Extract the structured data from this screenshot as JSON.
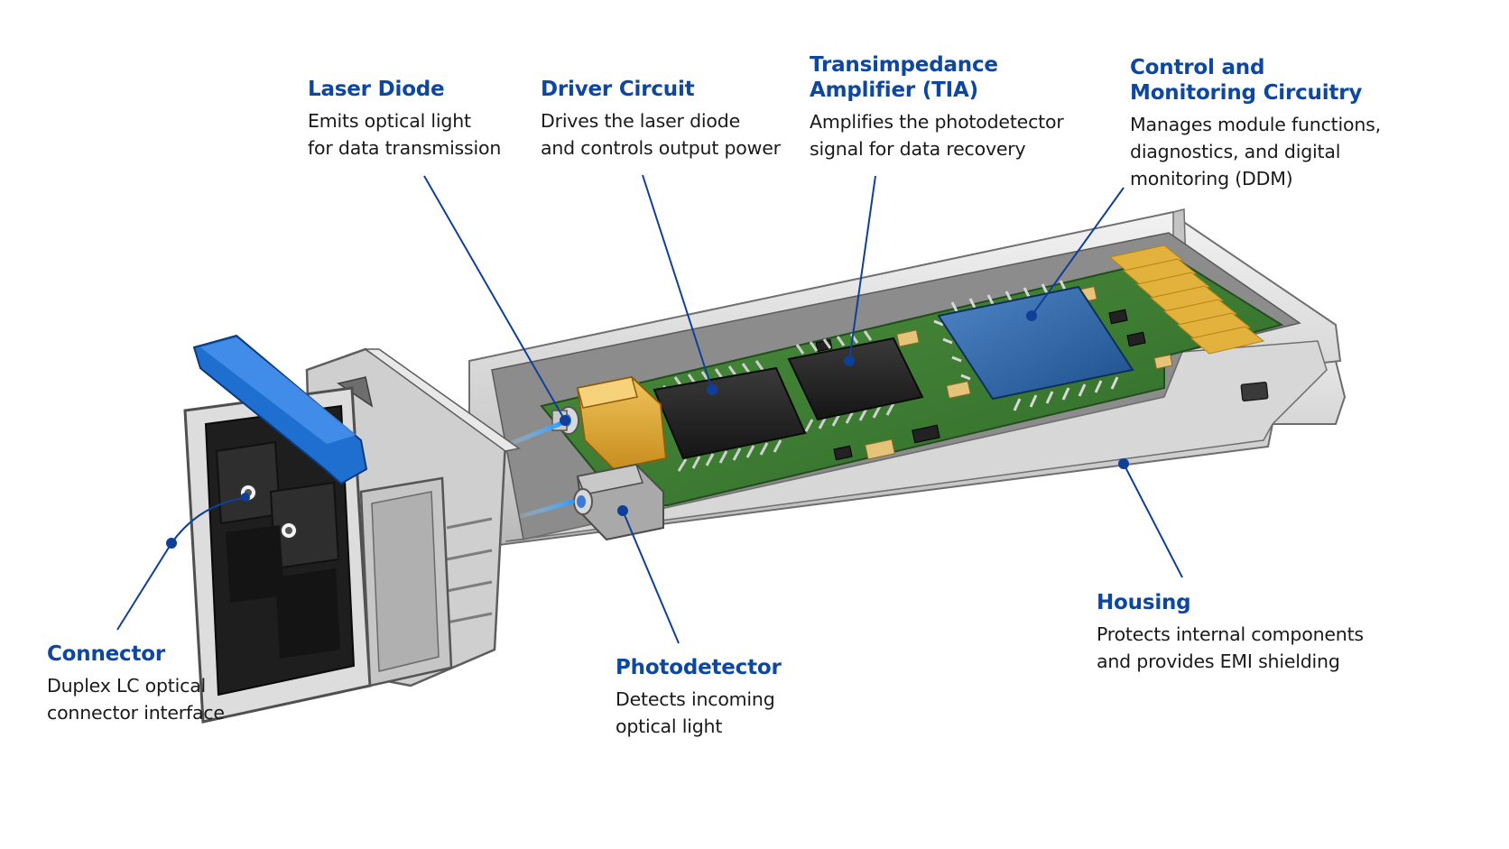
{
  "colors": {
    "accent": "#0d47a1",
    "leader": "#103f9a",
    "pcb": "#3f7d34",
    "housing": "#dcdcdc",
    "latch": "#1f6fd0"
  },
  "labels": {
    "laser_diode": {
      "title": "Laser Diode",
      "desc": [
        "Emits optical light",
        "for data transmission"
      ]
    },
    "driver": {
      "title": "Driver Circuit",
      "desc": [
        "Drives the laser diode",
        "and controls output power"
      ]
    },
    "tia": {
      "title": [
        "Transimpedance",
        "Amplifier (TIA)"
      ],
      "desc": [
        "Amplifies the photodetector",
        "signal for data recovery"
      ]
    },
    "control": {
      "title": [
        "Control and",
        "Monitoring Circuitry"
      ],
      "desc": [
        "Manages module functions,",
        "diagnostics, and digital",
        "monitoring (DDM)"
      ]
    },
    "connector": {
      "title": "Connector",
      "desc": [
        "Duplex LC optical",
        "connector interface"
      ]
    },
    "photodetector": {
      "title": "Photodetector",
      "desc": [
        "Detects incoming",
        "optical light"
      ]
    },
    "housing": {
      "title": "Housing",
      "desc": [
        "Protects internal components",
        "and provides EMI shielding"
      ]
    }
  }
}
